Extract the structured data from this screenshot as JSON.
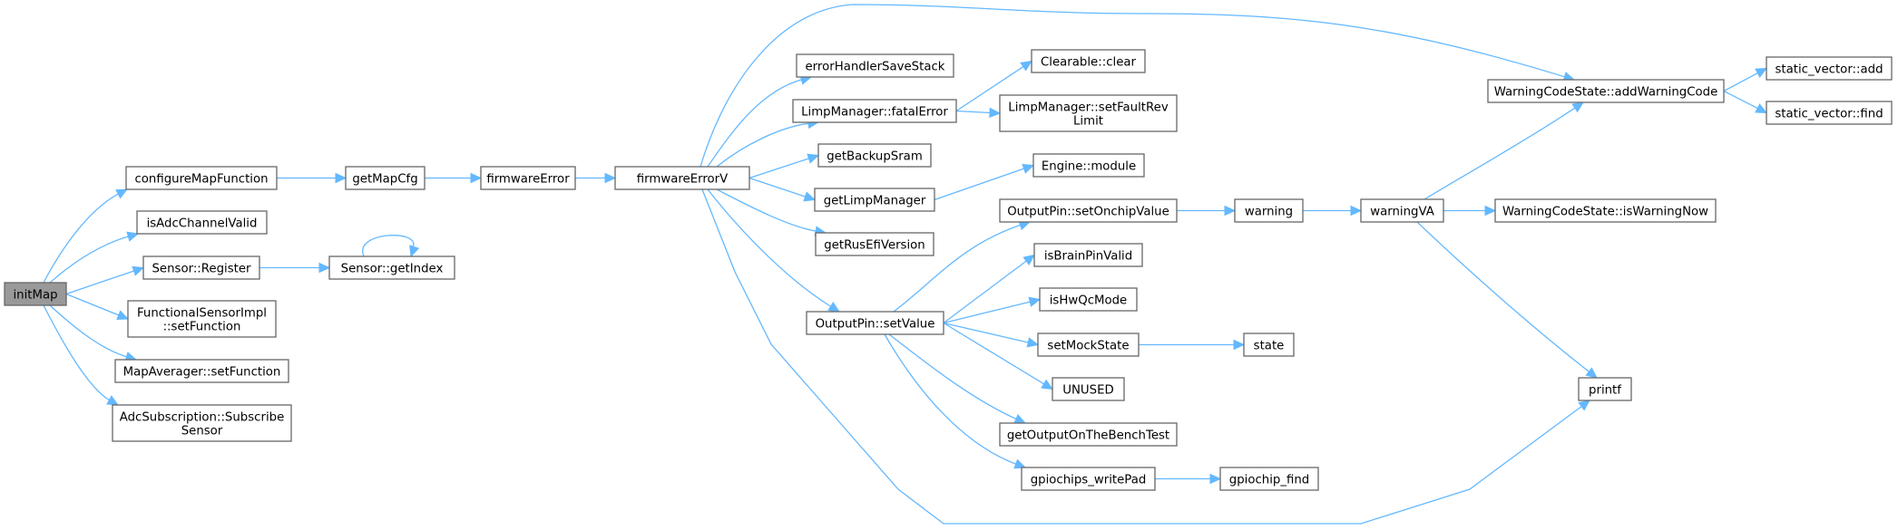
{
  "graph": {
    "title": "initMap call graph",
    "colors": {
      "edge": "#63b8ff",
      "node_border": "#666666",
      "root_fill": "#999999",
      "node_fill": "#ffffff"
    },
    "nodes": [
      {
        "id": "initMap",
        "label": [
          "initMap"
        ],
        "root": true
      },
      {
        "id": "configureMapFunction",
        "label": [
          "configureMapFunction"
        ]
      },
      {
        "id": "isAdcChannelValid",
        "label": [
          "isAdcChannelValid"
        ]
      },
      {
        "id": "SensorRegister",
        "label": [
          "Sensor::Register"
        ]
      },
      {
        "id": "FunctionalSensorImpl",
        "label": [
          "FunctionalSensorImpl",
          "::setFunction"
        ]
      },
      {
        "id": "MapAveragerSetFunction",
        "label": [
          "MapAverager::setFunction"
        ]
      },
      {
        "id": "AdcSubscription",
        "label": [
          "AdcSubscription::Subscribe",
          "Sensor"
        ]
      },
      {
        "id": "getMapCfg",
        "label": [
          "getMapCfg"
        ]
      },
      {
        "id": "SensorGetIndex",
        "label": [
          "Sensor::getIndex"
        ]
      },
      {
        "id": "firmwareError",
        "label": [
          "firmwareError"
        ]
      },
      {
        "id": "firmwareErrorV",
        "label": [
          "firmwareErrorV"
        ]
      },
      {
        "id": "errorHandlerSaveStack",
        "label": [
          "errorHandlerSaveStack"
        ]
      },
      {
        "id": "LimpManagerFatalError",
        "label": [
          "LimpManager::fatalError"
        ]
      },
      {
        "id": "getBackupSram",
        "label": [
          "getBackupSram"
        ]
      },
      {
        "id": "getLimpManager",
        "label": [
          "getLimpManager"
        ]
      },
      {
        "id": "getRusEfiVersion",
        "label": [
          "getRusEfiVersion"
        ]
      },
      {
        "id": "OutputPinSetValue",
        "label": [
          "OutputPin::setValue"
        ]
      },
      {
        "id": "ClearableClear",
        "label": [
          "Clearable::clear"
        ]
      },
      {
        "id": "LimpManagerSetFaultRevLimit",
        "label": [
          "LimpManager::setFaultRev",
          "Limit"
        ]
      },
      {
        "id": "EngineModule",
        "label": [
          "Engine::module"
        ]
      },
      {
        "id": "OutputPinSetOnchipValue",
        "label": [
          "OutputPin::setOnchipValue"
        ]
      },
      {
        "id": "isBrainPinValid",
        "label": [
          "isBrainPinValid"
        ]
      },
      {
        "id": "isHwQcMode",
        "label": [
          "isHwQcMode"
        ]
      },
      {
        "id": "setMockState",
        "label": [
          "setMockState"
        ]
      },
      {
        "id": "UNUSED",
        "label": [
          "UNUSED"
        ]
      },
      {
        "id": "getOutputOnTheBenchTest",
        "label": [
          "getOutputOnTheBenchTest"
        ]
      },
      {
        "id": "gpiochipsWritePad",
        "label": [
          "gpiochips_writePad"
        ]
      },
      {
        "id": "warning",
        "label": [
          "warning"
        ]
      },
      {
        "id": "state",
        "label": [
          "state"
        ]
      },
      {
        "id": "gpiochipFind",
        "label": [
          "gpiochip_find"
        ]
      },
      {
        "id": "warningVA",
        "label": [
          "warningVA"
        ]
      },
      {
        "id": "WarningCodeStateAdd",
        "label": [
          "WarningCodeState::addWarningCode"
        ]
      },
      {
        "id": "WarningCodeStateIsNow",
        "label": [
          "WarningCodeState::isWarningNow"
        ]
      },
      {
        "id": "printf",
        "label": [
          "printf"
        ]
      },
      {
        "id": "staticVectorAdd",
        "label": [
          "static_vector::add"
        ]
      },
      {
        "id": "staticVectorFind",
        "label": [
          "static_vector::find"
        ]
      }
    ],
    "edges": [
      [
        "initMap",
        "configureMapFunction"
      ],
      [
        "initMap",
        "isAdcChannelValid"
      ],
      [
        "initMap",
        "SensorRegister"
      ],
      [
        "initMap",
        "FunctionalSensorImpl"
      ],
      [
        "initMap",
        "MapAveragerSetFunction"
      ],
      [
        "initMap",
        "AdcSubscription"
      ],
      [
        "configureMapFunction",
        "getMapCfg"
      ],
      [
        "SensorRegister",
        "SensorGetIndex"
      ],
      [
        "SensorGetIndex",
        "SensorGetIndex"
      ],
      [
        "getMapCfg",
        "firmwareError"
      ],
      [
        "firmwareError",
        "firmwareErrorV"
      ],
      [
        "firmwareErrorV",
        "errorHandlerSaveStack"
      ],
      [
        "firmwareErrorV",
        "LimpManagerFatalError"
      ],
      [
        "firmwareErrorV",
        "getBackupSram"
      ],
      [
        "firmwareErrorV",
        "getLimpManager"
      ],
      [
        "firmwareErrorV",
        "getRusEfiVersion"
      ],
      [
        "firmwareErrorV",
        "OutputPinSetValue"
      ],
      [
        "firmwareErrorV",
        "WarningCodeStateAdd"
      ],
      [
        "firmwareErrorV",
        "printf"
      ],
      [
        "LimpManagerFatalError",
        "ClearableClear"
      ],
      [
        "LimpManagerFatalError",
        "LimpManagerSetFaultRevLimit"
      ],
      [
        "getLimpManager",
        "EngineModule"
      ],
      [
        "OutputPinSetValue",
        "OutputPinSetOnchipValue"
      ],
      [
        "OutputPinSetValue",
        "isBrainPinValid"
      ],
      [
        "OutputPinSetValue",
        "isHwQcMode"
      ],
      [
        "OutputPinSetValue",
        "setMockState"
      ],
      [
        "OutputPinSetValue",
        "UNUSED"
      ],
      [
        "OutputPinSetValue",
        "getOutputOnTheBenchTest"
      ],
      [
        "OutputPinSetValue",
        "gpiochipsWritePad"
      ],
      [
        "OutputPinSetOnchipValue",
        "warning"
      ],
      [
        "setMockState",
        "state"
      ],
      [
        "gpiochipsWritePad",
        "gpiochipFind"
      ],
      [
        "warning",
        "warningVA"
      ],
      [
        "warningVA",
        "WarningCodeStateAdd"
      ],
      [
        "warningVA",
        "WarningCodeStateIsNow"
      ],
      [
        "warningVA",
        "printf"
      ],
      [
        "WarningCodeStateAdd",
        "staticVectorAdd"
      ],
      [
        "WarningCodeStateAdd",
        "staticVectorFind"
      ]
    ]
  }
}
